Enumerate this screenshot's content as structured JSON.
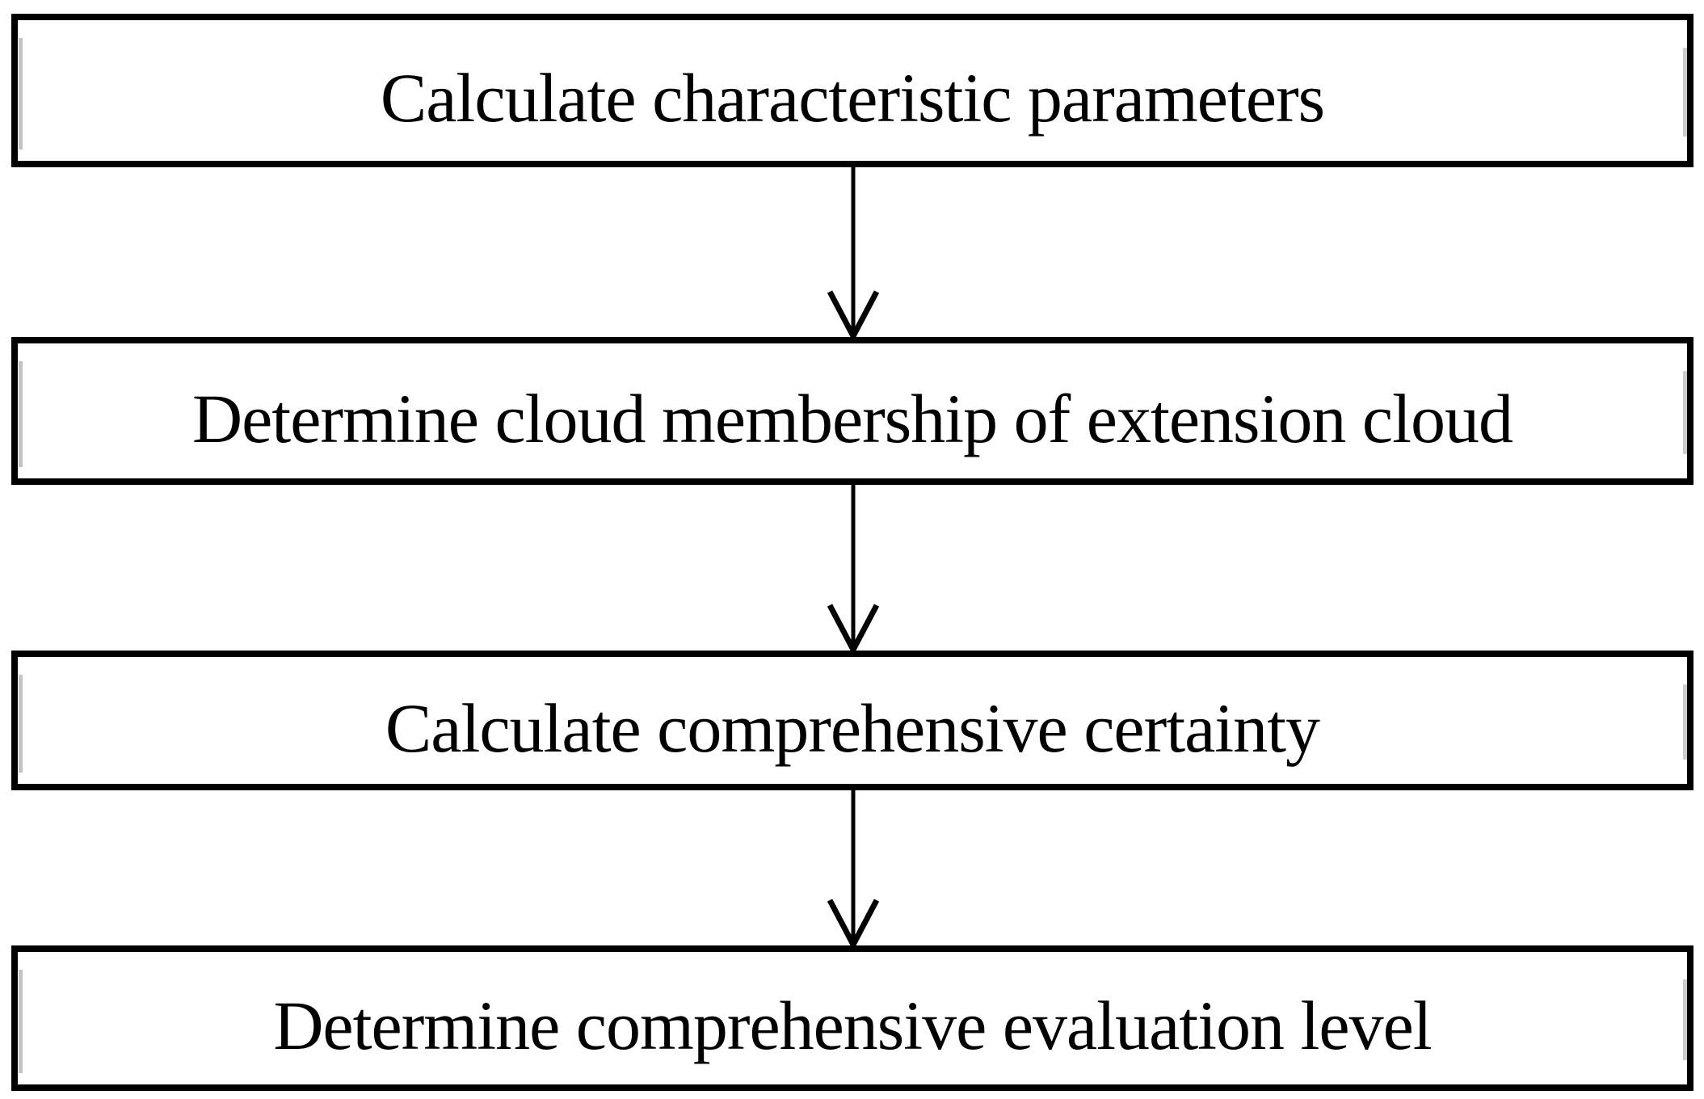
{
  "diagram": {
    "type": "flowchart",
    "background_color": "#ffffff",
    "box_border_color": "#000000",
    "text_color": "#000000",
    "arrow_color": "#000000",
    "steps": [
      {
        "label": "Calculate characteristic parameters"
      },
      {
        "label": "Determine cloud membership of extension cloud"
      },
      {
        "label": "Calculate comprehensive certainty"
      },
      {
        "label": "Determine comprehensive evaluation level"
      }
    ]
  }
}
